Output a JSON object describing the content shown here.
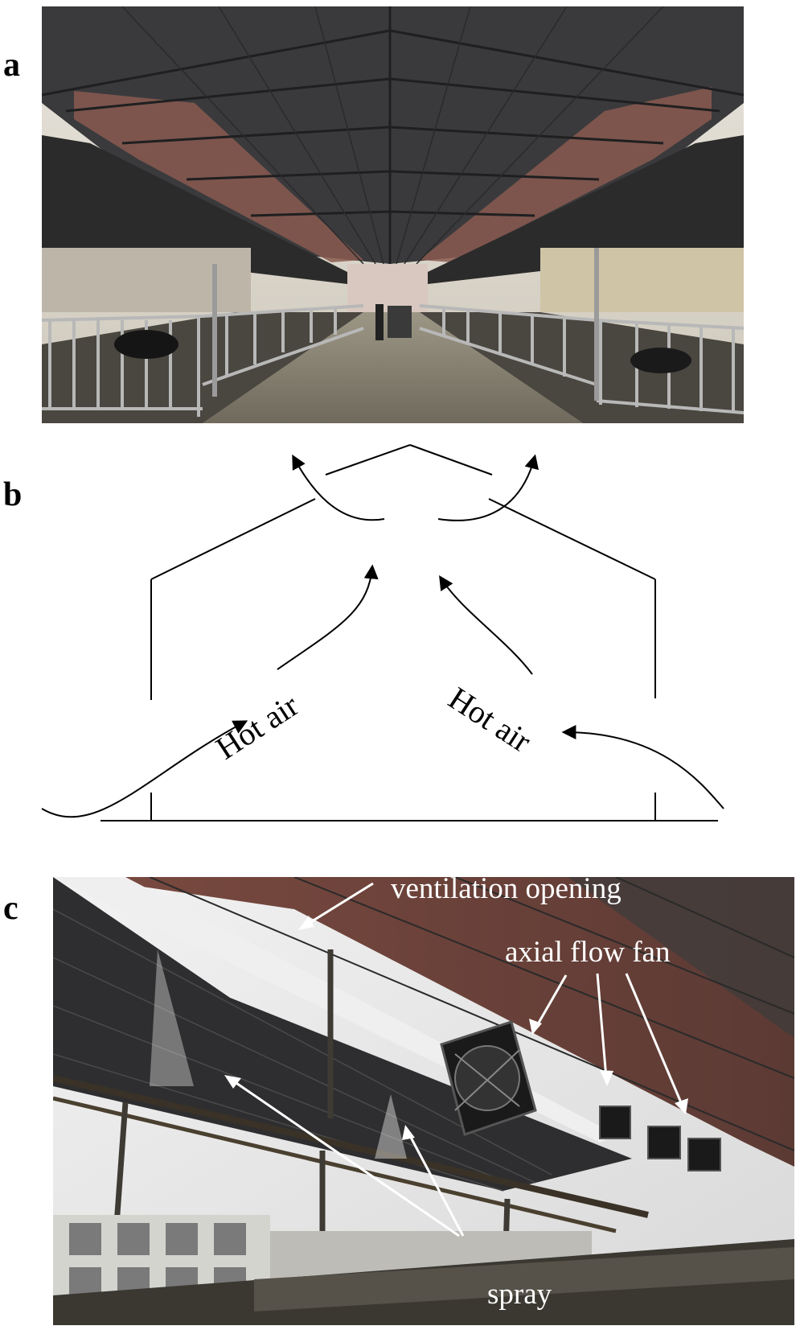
{
  "panels": {
    "a": {
      "letter": "a"
    },
    "b": {
      "letter": "b",
      "label_left": "Hot air",
      "label_right": "Hot air"
    },
    "c": {
      "letter": "c",
      "ventilation_label": "ventilation opening",
      "fan_label": "axial flow fan",
      "spray_label": "spray"
    }
  }
}
